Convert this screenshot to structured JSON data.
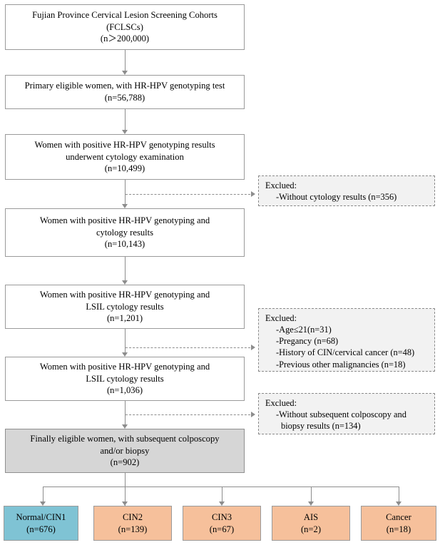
{
  "chart_data": {
    "type": "diagram",
    "title": "Fujian Province Cervical Lesion Screening Cohorts participant flow",
    "diagram_kind": "flowchart",
    "colors": {
      "teal": "#7fc3d4",
      "orange": "#f6c09b",
      "grey_fill": "#d6d6d6",
      "excl_fill": "#f2f2f2",
      "border": "#9a9a9a",
      "connector": "#8d8d8d"
    }
  },
  "nodes": [
    {
      "id": "cohort",
      "lines": [
        "Fujian Province Cervical Lesion Screening Cohorts",
        "(FCLSCs)",
        "(n＞200,000)"
      ],
      "n": 200000
    },
    {
      "id": "primary",
      "lines": [
        "Primary eligible women, with HR-HPV genotyping test",
        "(n=56,788)"
      ],
      "n": 56788
    },
    {
      "id": "positive_cytology_exam",
      "lines": [
        "Women with positive HR-HPV genotyping results",
        "underwent cytology examination",
        "(n=10,499)"
      ],
      "n": 10499
    },
    {
      "id": "positive_cytology_results",
      "lines": [
        "Women with positive HR-HPV genotyping and",
        "cytology results",
        "(n=10,143)"
      ],
      "n": 10143
    },
    {
      "id": "lsil_1201",
      "lines": [
        "Women with positive HR-HPV genotyping and",
        "LSIL cytology results",
        "(n=1,201)"
      ],
      "n": 1201
    },
    {
      "id": "lsil_1036",
      "lines": [
        "Women with positive HR-HPV genotyping and",
        "LSIL cytology results",
        "(n=1,036)"
      ],
      "n": 1036
    },
    {
      "id": "finally_eligible",
      "lines": [
        "Finally eligible women, with subsequent colposcopy",
        "and/or biopsy",
        "(n=902)"
      ],
      "n": 902
    }
  ],
  "exclusions": [
    {
      "id": "excl-cytology",
      "head": "Exclued:",
      "items": [
        "-Without cytology results (n=356)"
      ]
    },
    {
      "id": "excl-criteria",
      "head": "Exclued:",
      "items": [
        "-Age≤21(n=31)",
        "-Pregancy (n=68)",
        "-History of CIN/cervical cancer (n=48)",
        "-Previous other malignancies (n=18)"
      ]
    },
    {
      "id": "excl-colposcopy",
      "head": "Exclued:",
      "items": [
        "-Without subsequent colposcopy and",
        "biopsy results (n=134)"
      ]
    }
  ],
  "outcomes": [
    {
      "id": "normal-cin1",
      "label": "Normal/CIN1",
      "count": "(n=676)",
      "n": 676,
      "color": "#7fc3d4"
    },
    {
      "id": "cin2",
      "label": "CIN2",
      "count": "(n=139)",
      "n": 139,
      "color": "#f6c09b"
    },
    {
      "id": "cin3",
      "label": "CIN3",
      "count": "(n=67)",
      "n": 67,
      "color": "#f6c09b"
    },
    {
      "id": "ais",
      "label": "AIS",
      "count": "(n=2)",
      "n": 2,
      "color": "#f6c09b"
    },
    {
      "id": "cancer",
      "label": "Cancer",
      "count": "(n=18)",
      "n": 18,
      "color": "#f6c09b"
    }
  ]
}
